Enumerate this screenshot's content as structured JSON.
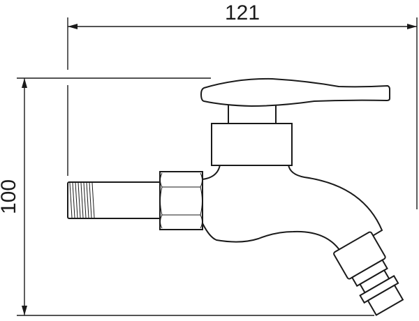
{
  "drawing": {
    "subject": "wall faucet side view",
    "line_color": "#1a1a1a",
    "background": "#ffffff"
  },
  "dimensions": {
    "width": {
      "value": "121",
      "orientation": "horizontal"
    },
    "height": {
      "value": "100",
      "orientation": "vertical"
    }
  },
  "parts": [
    {
      "name": "threaded inlet"
    },
    {
      "name": "hex nut"
    },
    {
      "name": "valve body"
    },
    {
      "name": "bonnet"
    },
    {
      "name": "lever handle"
    },
    {
      "name": "spout"
    },
    {
      "name": "hose connector"
    }
  ]
}
